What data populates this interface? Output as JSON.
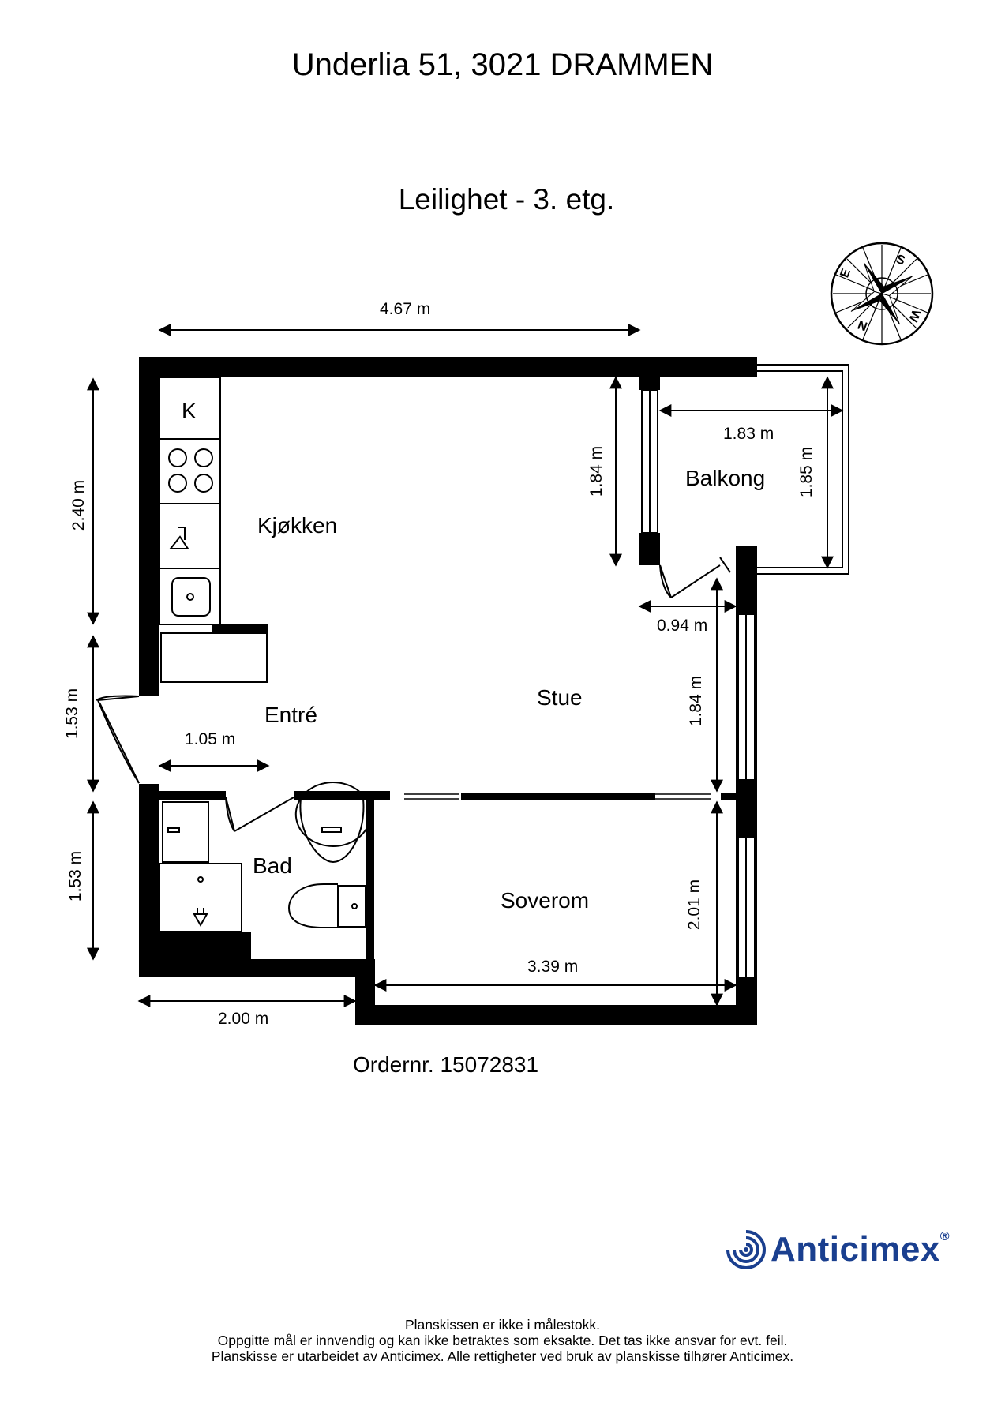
{
  "header": {
    "address": "Underlia 51, 3021 DRAMMEN",
    "floor": "Leilighet  - 3. etg."
  },
  "compass": {
    "letters": {
      "n": "N",
      "e": "E",
      "s": "S",
      "w": "W"
    }
  },
  "rooms": {
    "kitchen": "Kjøkken",
    "kitchen_symbol": "K",
    "entrance": "Entré",
    "living": "Stue",
    "balcony": "Balkong",
    "bathroom": "Bad",
    "bedroom": "Soverom"
  },
  "dimensions": {
    "top_width": "4.67 m",
    "kitchen_height": "2.40 m",
    "entrance_height": "1.53 m",
    "bath_height": "1.53 m",
    "entrance_width": "1.05 m",
    "bottom_width": "2.00 m",
    "balcony_width": "1.83 m",
    "balcony_depth": "1.85 m",
    "window_height": "1.84 m",
    "door_width": "0.94 m",
    "stue_height": "1.84 m",
    "bedroom_height": "2.01 m",
    "bedroom_width": "3.39 m"
  },
  "order": "Ordernr. 15072831",
  "brand": {
    "name": "Anticimex",
    "registered": "®",
    "color": "#1a3f8f"
  },
  "disclaimer": [
    "Planskissen er ikke i målestokk.",
    "Oppgitte mål er innvendig og kan ikke betraktes som eksakte. Det tas ikke ansvar for evt. feil.",
    "Planskisse er utarbeidet av Anticimex. Alle rettigheter ved bruk av planskisse tilhører Anticimex."
  ]
}
